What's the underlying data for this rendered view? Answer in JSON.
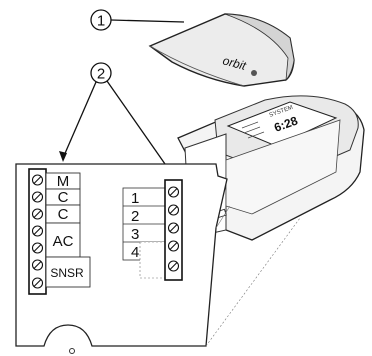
{
  "callouts": {
    "one": "1",
    "two": "2"
  },
  "cover": {
    "brand": "orbit"
  },
  "device": {
    "screen_title": "SYSTEM",
    "screen_time": "6:28"
  },
  "left_terminal": {
    "labels": [
      "M",
      "C",
      "C",
      "AC",
      "SNSR"
    ]
  },
  "right_terminal": {
    "labels": [
      "1",
      "2",
      "3",
      "4"
    ]
  },
  "colors": {
    "line": "#111111",
    "shade": "#d8d8d8",
    "background": "#ffffff"
  }
}
